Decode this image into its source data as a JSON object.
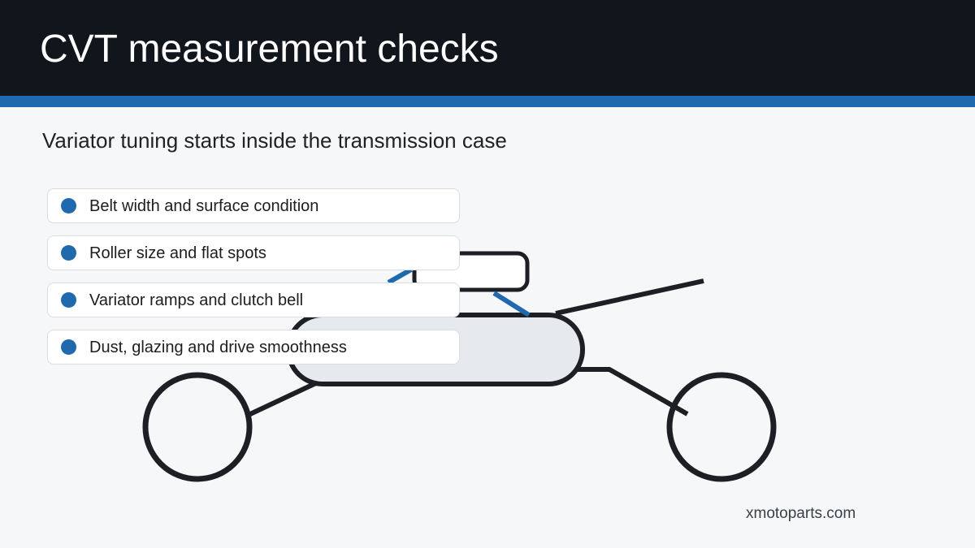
{
  "header": {
    "title": "CVT measurement checks"
  },
  "subtitle": "Variator tuning starts inside the transmission case",
  "checklist": {
    "items": [
      {
        "label": "Belt width and surface condition"
      },
      {
        "label": "Roller size and flat spots"
      },
      {
        "label": "Variator ramps and clutch bell"
      },
      {
        "label": "Dust, glazing and drive smoothness"
      }
    ]
  },
  "diagram": {
    "subject": "scooter-outline",
    "colors": {
      "outline": "#1d1f24",
      "accent": "#1f6aae",
      "case_fill": "#e6eaee"
    }
  },
  "footer": {
    "brand": "xmotoparts.com"
  },
  "theme": {
    "header_bg": "#11151c",
    "accent_bar": "#1f6aae",
    "page_bg": "#f6f7f9"
  }
}
